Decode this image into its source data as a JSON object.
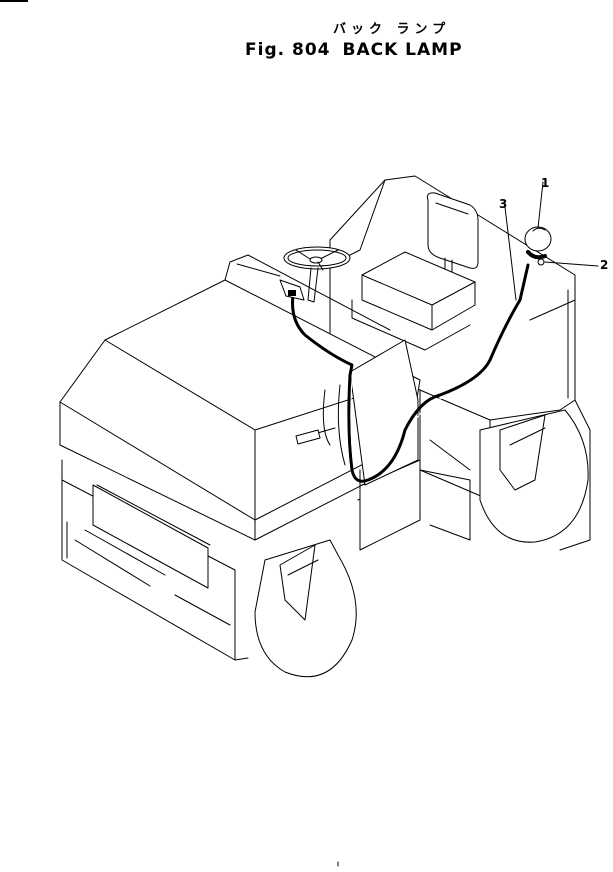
{
  "figure": {
    "label": "Fig. 804",
    "title": "BACK LAMP",
    "title_jp": "バック ランプ"
  },
  "callouts": [
    {
      "number": "1",
      "part": "back-lamp"
    },
    {
      "number": "2",
      "part": "lamp-bracket"
    },
    {
      "number": "3",
      "part": "wiring-harness"
    }
  ],
  "colors": {
    "line": "#000000",
    "background": "#ffffff"
  }
}
